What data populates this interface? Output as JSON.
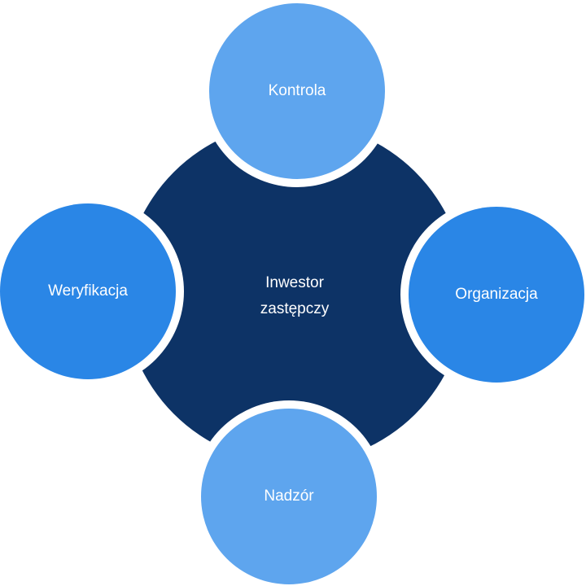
{
  "center": {
    "label_line1": "Inwestor",
    "label_line2": "zastępczy",
    "color": "#0d3366"
  },
  "nodes": {
    "top": {
      "label": "Kontrola",
      "color": "#5ea5ee"
    },
    "right": {
      "label": "Organizacja",
      "color": "#2a86e6"
    },
    "bottom": {
      "label": "Nadzór",
      "color": "#5ea5ee"
    },
    "left": {
      "label": "Weryfikacja",
      "color": "#2a86e6"
    }
  },
  "ring_color": "#ffffff"
}
